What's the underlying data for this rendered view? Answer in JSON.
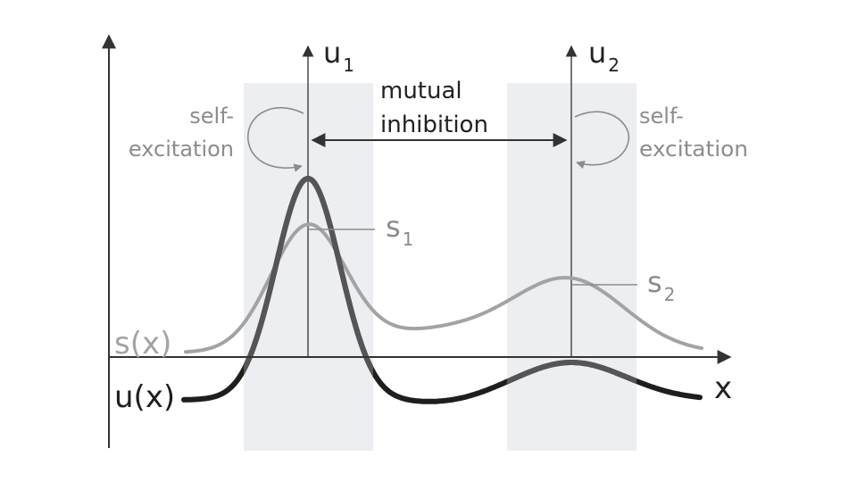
{
  "labels": {
    "u1_main": "u",
    "u1_sub": "1",
    "u2_main": "u",
    "u2_sub": "2",
    "mutual_line1": "mutual",
    "mutual_line2": "inhibition",
    "self_left_line1": "self-",
    "self_left_line2": "excitation",
    "self_right_line1": "self-",
    "self_right_line2": "excitation",
    "s1_main": "s",
    "s1_sub": "1",
    "s2_main": "s",
    "s2_sub": "2",
    "sx": "s(x)",
    "ux": "u(x)",
    "x_axis": "x"
  },
  "colors": {
    "axis": "#333333",
    "band": "#eceef1",
    "s_curve": "#a3a3a3",
    "u_curve_dark": "#1e1e1e",
    "u_curve_mid": "#555555",
    "label_dark": "#222222",
    "label_gray": "#8c8c8c"
  }
}
